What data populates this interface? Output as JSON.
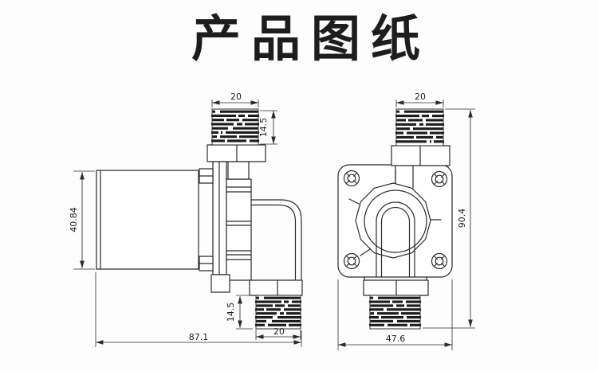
{
  "page": {
    "title": "产品图纸"
  },
  "colors": {
    "background": "#fdfdfd",
    "line": "#2b2b2b",
    "thread_fill": "#1c1c1c",
    "title_text": "#1d1d1d"
  },
  "views": {
    "side": {
      "dims": {
        "top_port_width": "20",
        "top_thread_length": "14.5",
        "motor_height": "40.84",
        "bottom_thread_length": "14.5",
        "bottom_port_width": "20",
        "overall_width": "87.1"
      }
    },
    "front": {
      "dims": {
        "top_port_width": "20",
        "overall_height": "90.4",
        "flange_width": "47.6"
      }
    }
  }
}
